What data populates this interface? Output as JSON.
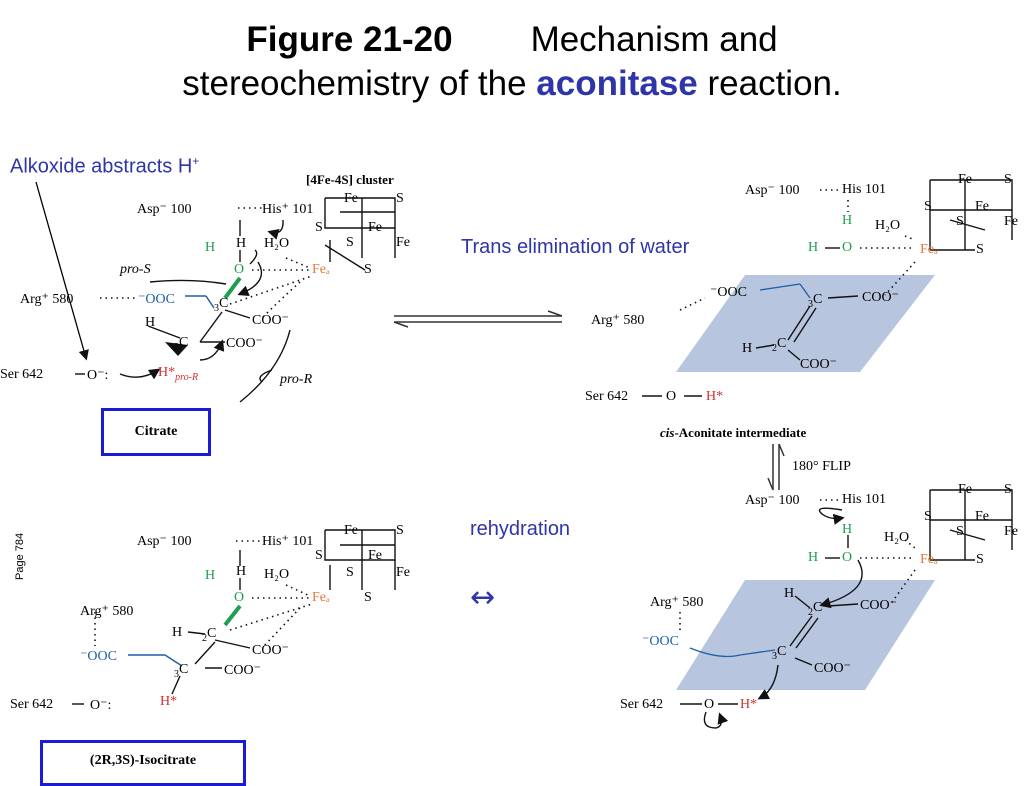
{
  "title": {
    "figure": "Figure 21-20",
    "line1_rest": "Mechanism and",
    "line2_pre": "stereochemistry of the",
    "keyword": "aconitase",
    "line2_post": "reaction."
  },
  "annotations": {
    "alkoxide": "Alkoxide abstracts H",
    "alkoxide_sup": "+",
    "trans": "Trans elimination of water",
    "rehydration": "rehydration",
    "page": "Page 784",
    "equilibrium": "↔"
  },
  "colors": {
    "accent_blue": "#2e35a8",
    "box_blue": "#1a1ad8",
    "plane": "#aabcd8",
    "green": "#1e9e50",
    "red": "#d03030",
    "fe": "#e07a3a"
  },
  "panels": {
    "citrate": {
      "cluster_label": "[4Fe-4S] cluster",
      "asp": "Asp⁻ 100",
      "his": "His⁺ 101",
      "h2o": "H₂O",
      "fe_a": "Feₐ",
      "fe": "Fe",
      "s": "S",
      "h": "H",
      "o": "O",
      "c": "C",
      "c3": "3",
      "c2": "2",
      "pro_s": "pro-S",
      "pro_r": "pro-R",
      "arg": "Arg⁺ 580",
      "ooc": "⁻OOC",
      "coo": "COO⁻",
      "ser": "Ser 642",
      "o_minus": "O⁻:",
      "hstar": "H*",
      "hstar_sub": "pro-R",
      "name": "Citrate"
    },
    "cis_aconitate": {
      "asp": "Asp⁻ 100",
      "his": "His 101",
      "h2o": "H₂O",
      "fe_a": "Feₐ",
      "fe": "Fe",
      "s": "S",
      "h": "H",
      "o": "O",
      "c": "C",
      "c3": "3",
      "c2": "2",
      "arg": "Arg⁺ 580",
      "ooc": "⁻OOC",
      "coo": "COO⁻",
      "ser": "Ser 642",
      "oh": "O",
      "hstar": "H*",
      "name": "cis-Aconitate intermediate",
      "name_italic": "cis",
      "name_rest": "-Aconitate intermediate",
      "flip": "180° FLIP"
    },
    "isocitrate": {
      "asp": "Asp⁻ 100",
      "his": "His⁺ 101",
      "h2o": "H₂O",
      "fe_a": "Feₐ",
      "fe": "Fe",
      "s": "S",
      "h": "H",
      "o": "O",
      "c": "C",
      "c3": "3",
      "c2": "2",
      "arg": "Arg⁺ 580",
      "ooc": "⁻OOC",
      "coo": "COO⁻",
      "ser": "Ser 642",
      "o_minus": "O⁻:",
      "hstar": "H*",
      "name": "(2R,3S)-Isocitrate"
    },
    "flipped": {
      "asp": "Asp⁻ 100",
      "his": "His 101",
      "h2o": "H₂O",
      "fe_a": "Feₐ",
      "fe": "Fe",
      "s": "S",
      "h": "H",
      "o": "O",
      "c": "C",
      "c3": "3",
      "c2": "2",
      "arg": "Arg⁺ 580",
      "ooc": "⁻OOC",
      "coo": "COO⁻",
      "ser": "Ser 642",
      "oh": "O",
      "hstar": "H*"
    }
  }
}
